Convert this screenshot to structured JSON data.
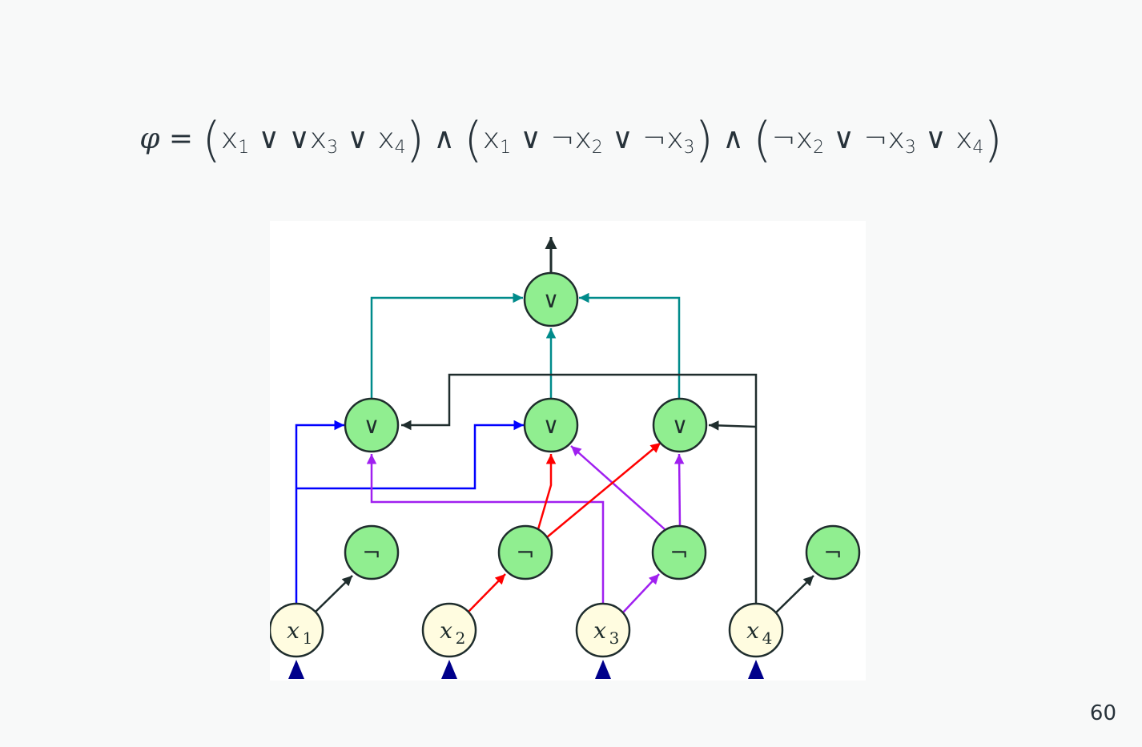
{
  "formula": {
    "lhs": "φ =",
    "parts": [
      {
        "text": "x",
        "sub": "1",
        "after": " ∨ ∨"
      },
      {
        "text": "x",
        "sub": "3",
        "after": " ∨ "
      },
      {
        "text": "x",
        "sub": "4",
        "after": ""
      }
    ],
    "clause1": {
      "a": "x",
      "a_sub": "1",
      "op1": " ∨ ∨",
      "b": "x",
      "b_sub": "3",
      "op2": " ∨ ",
      "c": "x",
      "c_sub": "4"
    },
    "clause2": {
      "a": "x",
      "a_sub": "1",
      "op1": " ∨ ¬",
      "b": "x",
      "b_sub": "2",
      "op2": " ∨ ¬",
      "c": "x",
      "c_sub": "3"
    },
    "clause3": {
      "pre": "¬",
      "a": "x",
      "a_sub": "2",
      "op1": " ∨ ¬",
      "b": "x",
      "b_sub": "3",
      "op2": " ∨ ",
      "c": "x",
      "c_sub": "4"
    },
    "and_symbol": " ∧ ",
    "open_paren": "(",
    "close_paren": ")"
  },
  "diagram": {
    "or_label": "∨",
    "not_label": "¬",
    "inputs": [
      {
        "var": "x",
        "sub": "1"
      },
      {
        "var": "x",
        "sub": "2"
      },
      {
        "var": "x",
        "sub": "3"
      },
      {
        "var": "x",
        "sub": "4"
      }
    ],
    "colors": {
      "gate_fill": "#90ee90",
      "input_fill": "#fffce0",
      "stroke": "#1f2d2d",
      "teal": "#008b8b",
      "blue": "#0000ff",
      "purple": "#a020f0",
      "red": "#ff0000",
      "dark": "#1f2d2d",
      "navy": "#00008b"
    }
  },
  "page_number": "60"
}
